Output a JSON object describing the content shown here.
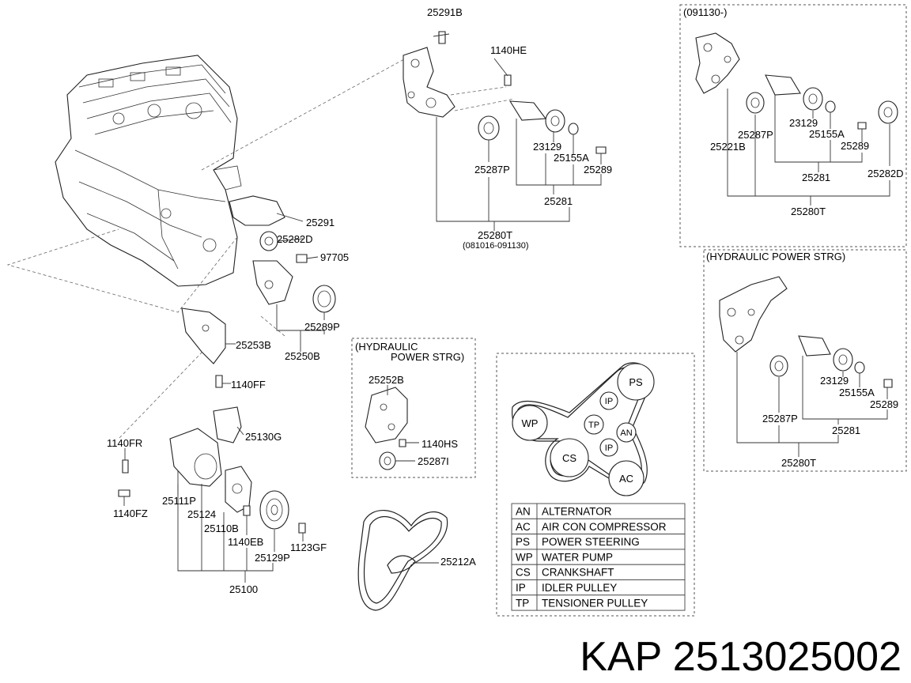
{
  "parts": {
    "p25291B": "25291B",
    "p1140HE": "1140HE",
    "p25287P_a": "25287P",
    "p23129_a": "23129",
    "p25155A_a": "25155A",
    "p25289_a": "25289",
    "p25281_a": "25281",
    "p25280T_a": "25280T",
    "p25280T_a_note": "(081016-091130)",
    "p25291": "25291",
    "p25282D_a": "25282D",
    "p97705": "97705",
    "p25289P": "25289P",
    "p25253B": "25253B",
    "p25250B": "25250B",
    "p1140FF": "1140FF",
    "p25252B": "25252B",
    "p1140HS": "1140HS",
    "p25287I": "25287I",
    "p25130G": "25130G",
    "p1140FR": "1140FR",
    "p25111P": "25111P",
    "p25124": "25124",
    "p1140FZ": "1140FZ",
    "p25110B": "25110B",
    "p1140EB": "1140EB",
    "p1123GF": "1123GF",
    "p25129P": "25129P",
    "p25100": "25100",
    "p25212A": "25212A",
    "p25287P_b": "25287P",
    "p23129_b": "23129",
    "p25155A_b": "25155A",
    "p25289_b": "25289",
    "p25221B": "25221B",
    "p25281_b": "25281",
    "p25282D_b": "25282D",
    "p25280T_b": "25280T",
    "p23129_c": "23129",
    "p25155A_c": "25155A",
    "p25289_c": "25289",
    "p25287P_c": "25287P",
    "p25281_c": "25281",
    "p25280T_c": "25280T"
  },
  "frames": {
    "top_right_note": "(091130-)",
    "hydraulic_right": "(HYDRAULIC POWER STRG)",
    "hydraulic_center_line1": "(HYDRAULIC",
    "hydraulic_center_line2": "POWER STRG)"
  },
  "belt_diagram": {
    "PS": "PS",
    "IP1": "IP",
    "WP": "WP",
    "TP": "TP",
    "AN": "AN",
    "IP2": "IP",
    "CS": "CS",
    "AC": "AC"
  },
  "legend": [
    {
      "code": "AN",
      "name": "ALTERNATOR"
    },
    {
      "code": "AC",
      "name": "AIR CON COMPRESSOR"
    },
    {
      "code": "PS",
      "name": "POWER STEERING"
    },
    {
      "code": "WP",
      "name": "WATER PUMP"
    },
    {
      "code": "CS",
      "name": "CRANKSHAFT"
    },
    {
      "code": "IP",
      "name": "IDLER PULLEY"
    },
    {
      "code": "TP",
      "name": "TENSIONER PULLEY"
    }
  ],
  "brand_caption": "KAP 2513025002"
}
